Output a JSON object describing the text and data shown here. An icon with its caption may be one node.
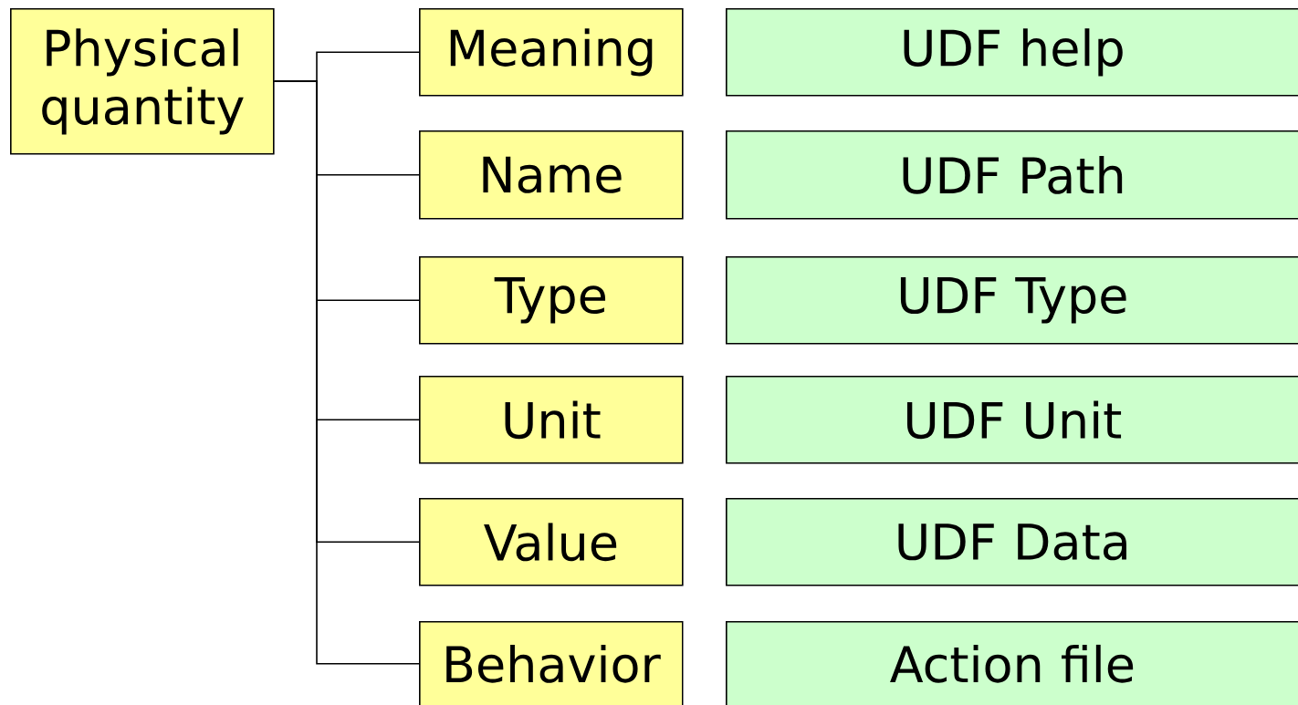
{
  "diagram": {
    "nodes": [
      {
        "text": [
          "Physical quantity"
        ]
      },
      {
        "text": [
          "Meaning"
        ]
      },
      {
        "text": [
          "Name"
        ]
      },
      {
        "text": [
          "Type"
        ]
      },
      {
        "text": [
          "Unit"
        ]
      },
      {
        "text": [
          "Value"
        ]
      },
      {
        "text": [
          "Behavior"
        ]
      },
      {
        "text": [
          "UDF help"
        ]
      },
      {
        "text": [
          "UDF Path"
        ]
      },
      {
        "text": [
          "UDF Type"
        ]
      },
      {
        "text": [
          "UDF Unit"
        ]
      },
      {
        "text": [
          "UDF Data"
        ]
      },
      {
        "text": [
          "Action file"
        ]
      }
    ],
    "edges": [
      {
        "from": 0,
        "to": 1,
        "arrow": "none"
      },
      {
        "from": 0,
        "to": 2,
        "arrow": "none"
      },
      {
        "from": 0,
        "to": 3,
        "arrow": "none"
      },
      {
        "from": 0,
        "to": 4,
        "arrow": "none"
      },
      {
        "from": 0,
        "to": 5,
        "arrow": "none"
      },
      {
        "from": 0,
        "to": 6,
        "arrow": "none"
      }
    ]
  }
}
